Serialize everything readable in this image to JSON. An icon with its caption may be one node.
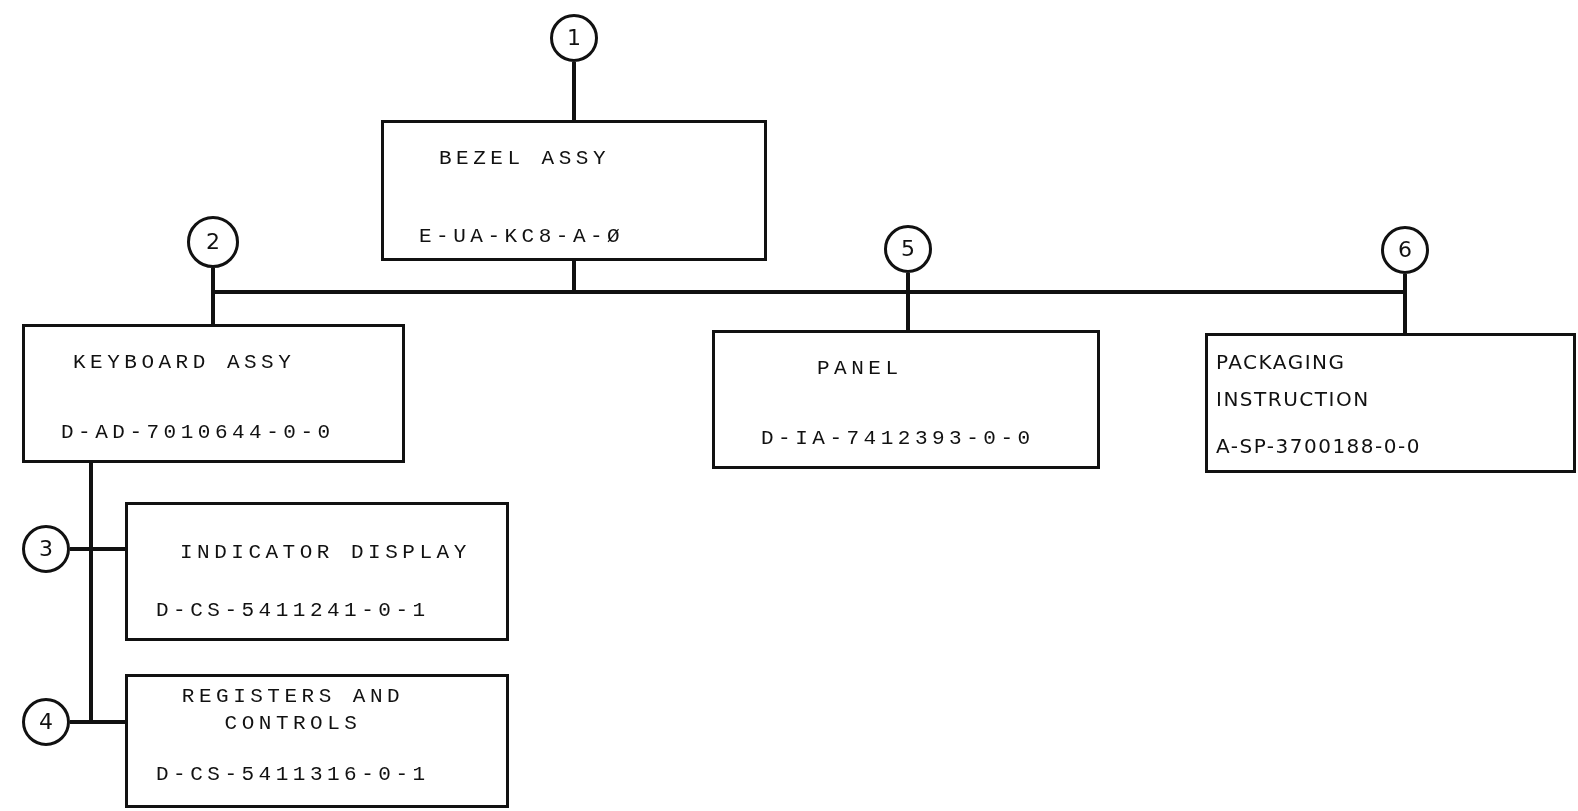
{
  "diagram": {
    "nodes": [
      {
        "text": [
          "1"
        ]
      },
      {
        "text": [
          "BEZEL ASSY",
          "E-UA-KC8-A-Ø"
        ]
      },
      {
        "text": [
          "2"
        ]
      },
      {
        "text": [
          "KEYBOARD ASSY",
          "D-AD-7010644-0-0"
        ]
      },
      {
        "text": [
          "5"
        ]
      },
      {
        "text": [
          "PANEL",
          "D-IA-7412393-0-0"
        ]
      },
      {
        "text": [
          "6"
        ]
      },
      {
        "text": [
          "PACKAGING INSTRUCTION",
          "A-SP-3700188-0-0"
        ]
      },
      {
        "text": [
          "3"
        ]
      },
      {
        "text": [
          "INDICATOR DISPLAY",
          "D-CS-5411241-0-1"
        ]
      },
      {
        "text": [
          "4"
        ]
      },
      {
        "text": [
          "REGISTERS AND CONTROLS",
          "D-CS-5411316-0-1"
        ]
      }
    ],
    "edges": [
      {
        "from": 0,
        "to": 1,
        "arrow": "none"
      },
      {
        "from": 1,
        "to": 3,
        "arrow": "none"
      },
      {
        "from": 2,
        "to": 3,
        "arrow": "none"
      },
      {
        "from": 1,
        "to": 5,
        "arrow": "none"
      },
      {
        "from": 4,
        "to": 5,
        "arrow": "none"
      },
      {
        "from": 1,
        "to": 7,
        "arrow": "none"
      },
      {
        "from": 6,
        "to": 7,
        "arrow": "none"
      },
      {
        "from": 3,
        "to": 9,
        "arrow": "none"
      },
      {
        "from": 8,
        "to": 9,
        "arrow": "none"
      },
      {
        "from": 3,
        "to": 11,
        "arrow": "none"
      },
      {
        "from": 10,
        "to": 11,
        "arrow": "none"
      }
    ]
  }
}
